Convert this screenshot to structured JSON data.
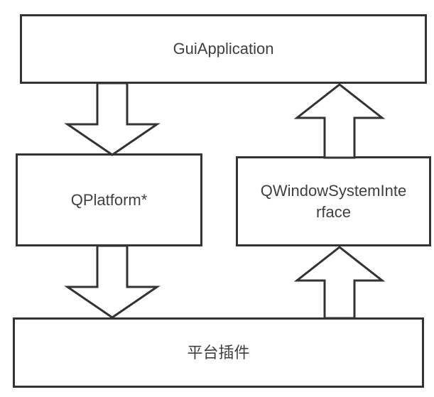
{
  "diagram": {
    "nodes": {
      "gui_application": {
        "label": "GuiApplication"
      },
      "qplatform": {
        "label": "QPlatform*"
      },
      "qwindow_system_interface": {
        "label": "QWindowSystemInterface"
      },
      "platform_plugin": {
        "label": "平台插件"
      }
    },
    "edges": [
      {
        "from": "GuiApplication",
        "to": "QPlatform*",
        "direction": "down"
      },
      {
        "from": "QPlatform*",
        "to": "平台插件",
        "direction": "down"
      },
      {
        "from": "平台插件",
        "to": "QWindowSystemInterface",
        "direction": "up"
      },
      {
        "from": "QWindowSystemInterface",
        "to": "GuiApplication",
        "direction": "up"
      }
    ],
    "colors": {
      "line": "#333333",
      "text": "#3f3f3f",
      "background": "#ffffff"
    }
  }
}
